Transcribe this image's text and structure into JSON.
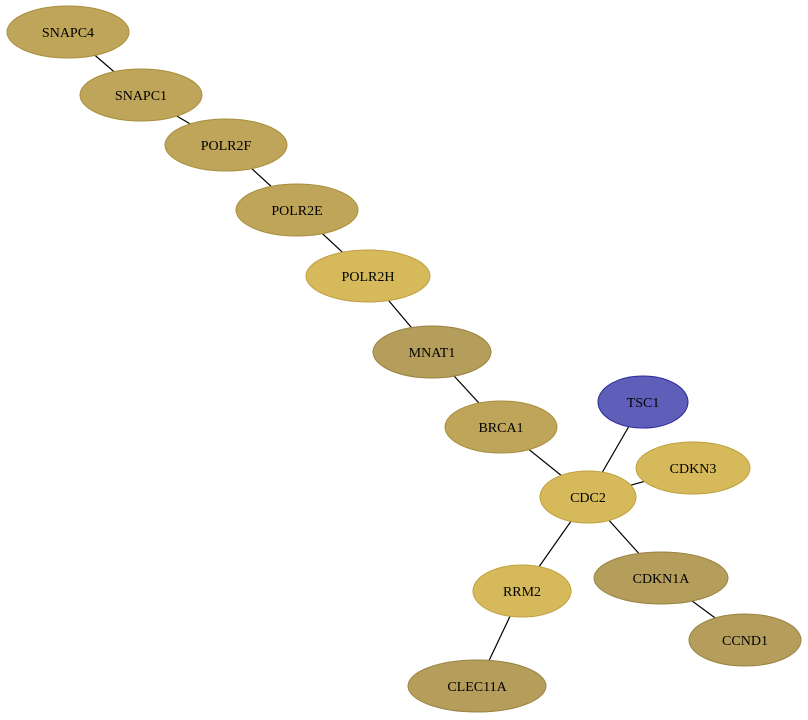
{
  "palette": {
    "default_fill": "#bfa55a",
    "default_stroke": "#a88e3c",
    "light_fill": "#d6b95a",
    "light_stroke": "#c0a040",
    "dark_fill": "#b59d5b",
    "dark_stroke": "#9a8242",
    "blue_fill": "#5f5fba",
    "blue_stroke": "#2b2b99",
    "edge": "#000000"
  },
  "nodes": [
    {
      "id": "SNAPC4",
      "label": "SNAPC4",
      "tone": "default"
    },
    {
      "id": "SNAPC1",
      "label": "SNAPC1",
      "tone": "default"
    },
    {
      "id": "POLR2F",
      "label": "POLR2F",
      "tone": "default"
    },
    {
      "id": "POLR2E",
      "label": "POLR2E",
      "tone": "default"
    },
    {
      "id": "POLR2H",
      "label": "POLR2H",
      "tone": "light"
    },
    {
      "id": "MNAT1",
      "label": "MNAT1",
      "tone": "dark"
    },
    {
      "id": "BRCA1",
      "label": "BRCA1",
      "tone": "default"
    },
    {
      "id": "TSC1",
      "label": "TSC1",
      "tone": "blue"
    },
    {
      "id": "CDKN3",
      "label": "CDKN3",
      "tone": "light"
    },
    {
      "id": "CDC2",
      "label": "CDC2",
      "tone": "light"
    },
    {
      "id": "RRM2",
      "label": "RRM2",
      "tone": "light"
    },
    {
      "id": "CDKN1A",
      "label": "CDKN1A",
      "tone": "dark"
    },
    {
      "id": "CCND1",
      "label": "CCND1",
      "tone": "dark"
    },
    {
      "id": "CLEC11A",
      "label": "CLEC11A",
      "tone": "dark"
    }
  ],
  "edges": [
    [
      "SNAPC4",
      "SNAPC1"
    ],
    [
      "SNAPC1",
      "POLR2F"
    ],
    [
      "POLR2F",
      "POLR2E"
    ],
    [
      "POLR2E",
      "POLR2H"
    ],
    [
      "POLR2H",
      "MNAT1"
    ],
    [
      "MNAT1",
      "BRCA1"
    ],
    [
      "BRCA1",
      "CDC2"
    ],
    [
      "TSC1",
      "CDC2"
    ],
    [
      "CDKN3",
      "CDC2"
    ],
    [
      "CDC2",
      "RRM2"
    ],
    [
      "CDC2",
      "CDKN1A"
    ],
    [
      "CDKN1A",
      "CCND1"
    ],
    [
      "RRM2",
      "CLEC11A"
    ]
  ]
}
